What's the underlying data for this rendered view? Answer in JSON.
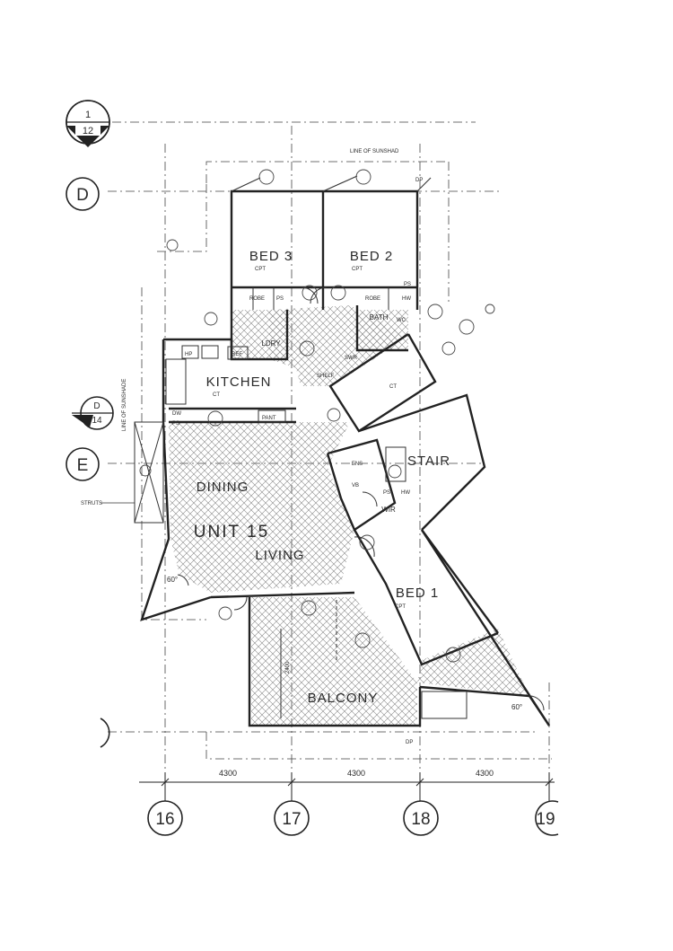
{
  "grid": {
    "columns": [
      "16",
      "17",
      "18",
      "19"
    ],
    "rows": [
      "D",
      "E"
    ],
    "dims": [
      "4300",
      "4300",
      "4300"
    ]
  },
  "sections": [
    {
      "num": "1",
      "sheet": "12"
    },
    {
      "num": "D",
      "sheet": "14"
    }
  ],
  "notes": {
    "sunshade_top": "LINE OF SUNSHAD",
    "sunshade_side": "LINE OF SUNSHADE",
    "struts": "STRUTS",
    "angle_left": "60°",
    "angle_right": "60°",
    "dp_top": "DP",
    "dp_bottom": "DP",
    "dim_vertical": "2400"
  },
  "rooms": {
    "bed3": {
      "name": "BED 3",
      "finish": "CPT"
    },
    "bed2": {
      "name": "BED 2",
      "finish": "CPT"
    },
    "bed1": {
      "name": "BED 1",
      "finish": "CPT"
    },
    "kitchen": {
      "name": "KITCHEN",
      "finish": "CT"
    },
    "dining": "DINING",
    "unit": "UNIT 15",
    "living": "LIVING",
    "balcony": "BALCONY",
    "stair": "STAIR",
    "bath": "BATH",
    "ldry": "LDRY",
    "wir": "WIR",
    "ens": "ENS"
  },
  "fixtures": {
    "robe": "ROBE",
    "ps": "PS",
    "hw": "HW",
    "ref": "REF",
    "hp": "HP",
    "dw": "DW",
    "pant": "PANT",
    "shelf": "SHELF",
    "ct": "CT",
    "vb": "VB",
    "wc": "WC",
    "swr": "SWR"
  }
}
